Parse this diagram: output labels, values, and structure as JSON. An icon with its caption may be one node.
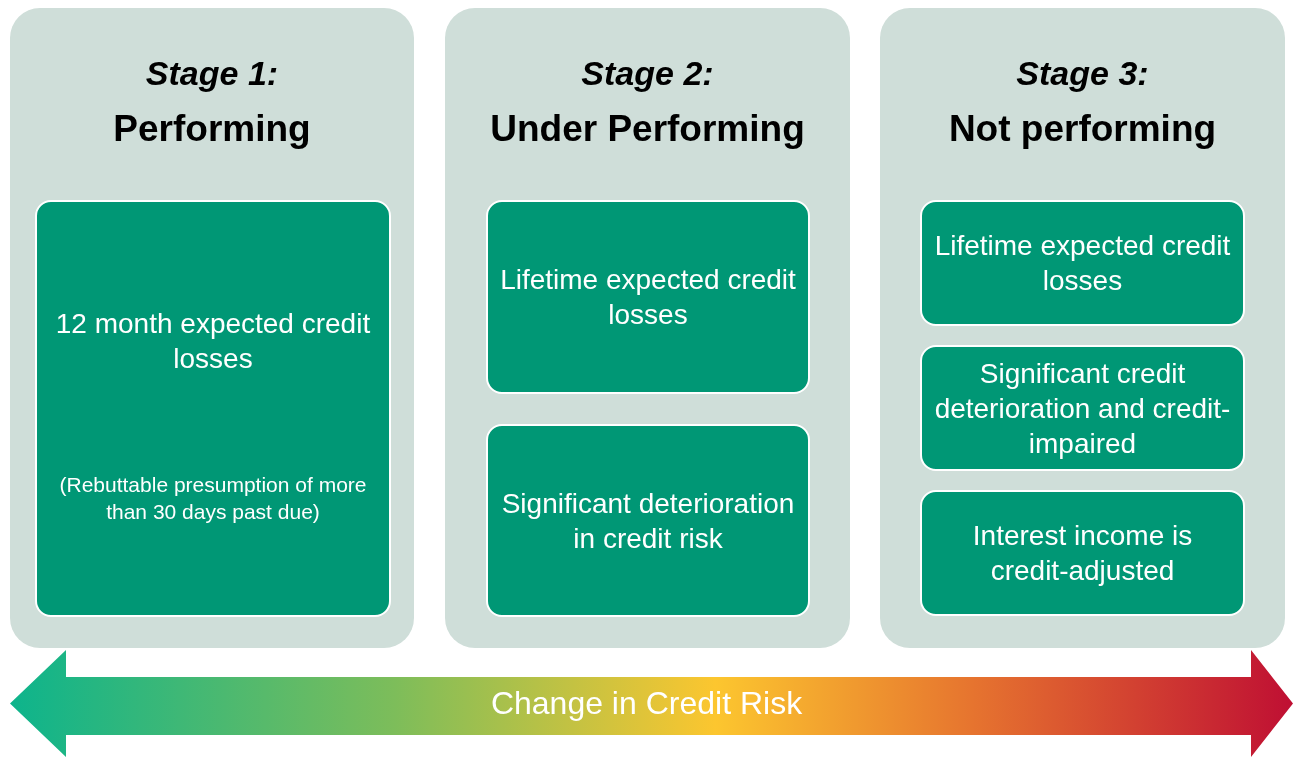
{
  "diagram": {
    "nodes": [
      {
        "text": [
          "Stage 1:",
          "Performing"
        ]
      },
      {
        "text": [
          "12 month expected credit losses",
          "(Rebuttable presumption of more than 30 days past due)"
        ],
        "in": 0
      },
      {
        "text": [
          "Stage 2:",
          "Under Performing"
        ]
      },
      {
        "text": [
          "Lifetime expected credit losses"
        ],
        "in": 2
      },
      {
        "text": [
          "Significant deterioration in credit risk"
        ],
        "in": 2
      },
      {
        "text": [
          "Stage 3:",
          "Not performing"
        ]
      },
      {
        "text": [
          "Lifetime expected credit losses"
        ],
        "in": 5
      },
      {
        "text": [
          "Significant credit deterioration and credit-impaired"
        ],
        "in": 5
      },
      {
        "text": [
          "Interest income is credit-adjusted"
        ],
        "in": 5
      },
      {
        "text": [
          "Change in Credit Risk"
        ]
      }
    ]
  }
}
